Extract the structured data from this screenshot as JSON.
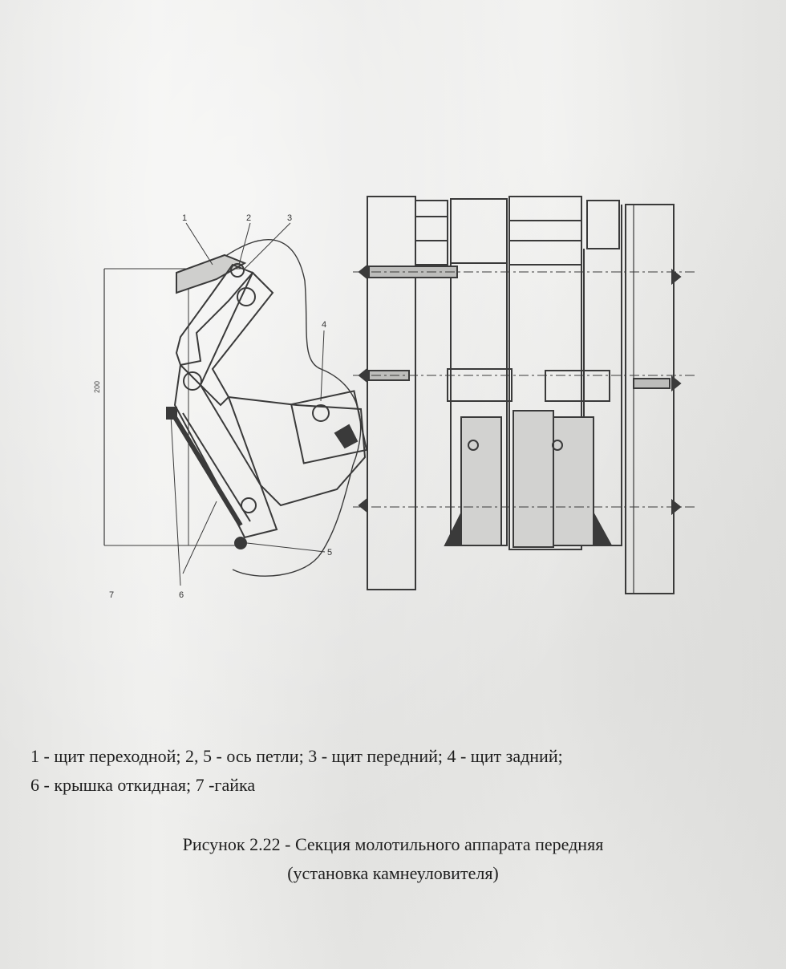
{
  "figure": {
    "callouts": [
      "1",
      "2",
      "3",
      "4",
      "5",
      "6",
      "7"
    ],
    "dimension_label": "200"
  },
  "legend": {
    "line1": "1 - щит переходной; 2, 5 - ось петли; 3 - щит передний; 4 - щит задний;",
    "line2": "6 - крышка откидная; 7 -гайка"
  },
  "caption": {
    "line1": "Рисунок 2.22 - Секция молотильного аппарата передняя",
    "line2": "(установка камнеуловителя)"
  }
}
